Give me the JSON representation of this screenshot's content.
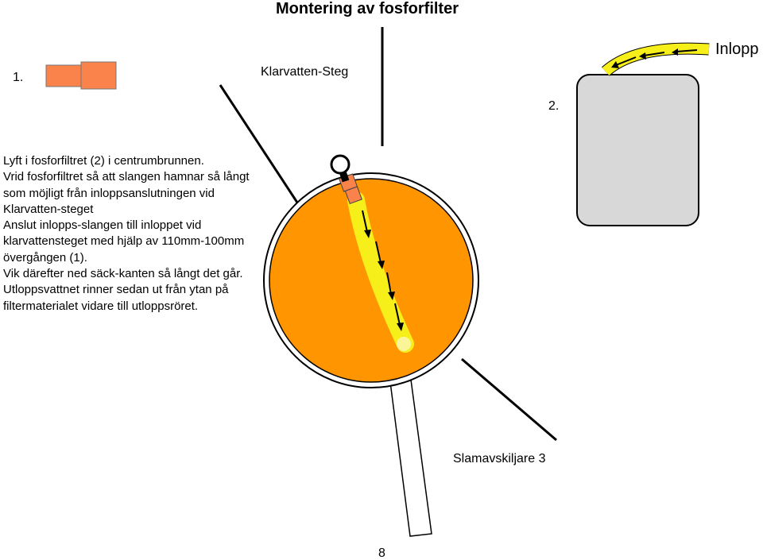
{
  "title": "Montering av fosforfilter",
  "labels": {
    "step1": "1.",
    "step2": "2.",
    "klarvatten_steg": "Klarvatten-Steg",
    "inlopp": "Inlopp",
    "slamavskiljare": "Slamavskiljare 3",
    "page_number": "8"
  },
  "instructions": [
    "Lyft i fosforfiltret (2) i centrumbrunnen.",
    "Vrid fosforfiltret så att slangen hamnar så långt som möjligt från inloppsanslutningen vid Klarvatten-steget",
    "Anslut inlopps-slangen till inloppet vid klarvattensteget med hjälp av 110mm-100mm övergången (1).",
    "Vik därefter ned säck-kanten så långt det går.",
    "Utloppsvattnet rinner sedan ut från ytan på filtermaterialet vidare till utloppsröret."
  ],
  "icons": {
    "adapter": "pipe-adapter-icon",
    "filter_bag": "filter-bag-icon",
    "flow_arrow": "arrow-icon"
  },
  "colors": {
    "filter_orange": "#ff9500",
    "hose_yellow": "#f7ef1a",
    "adapter_orange": "#f9834a",
    "bag_grey": "#d8d8d8"
  }
}
